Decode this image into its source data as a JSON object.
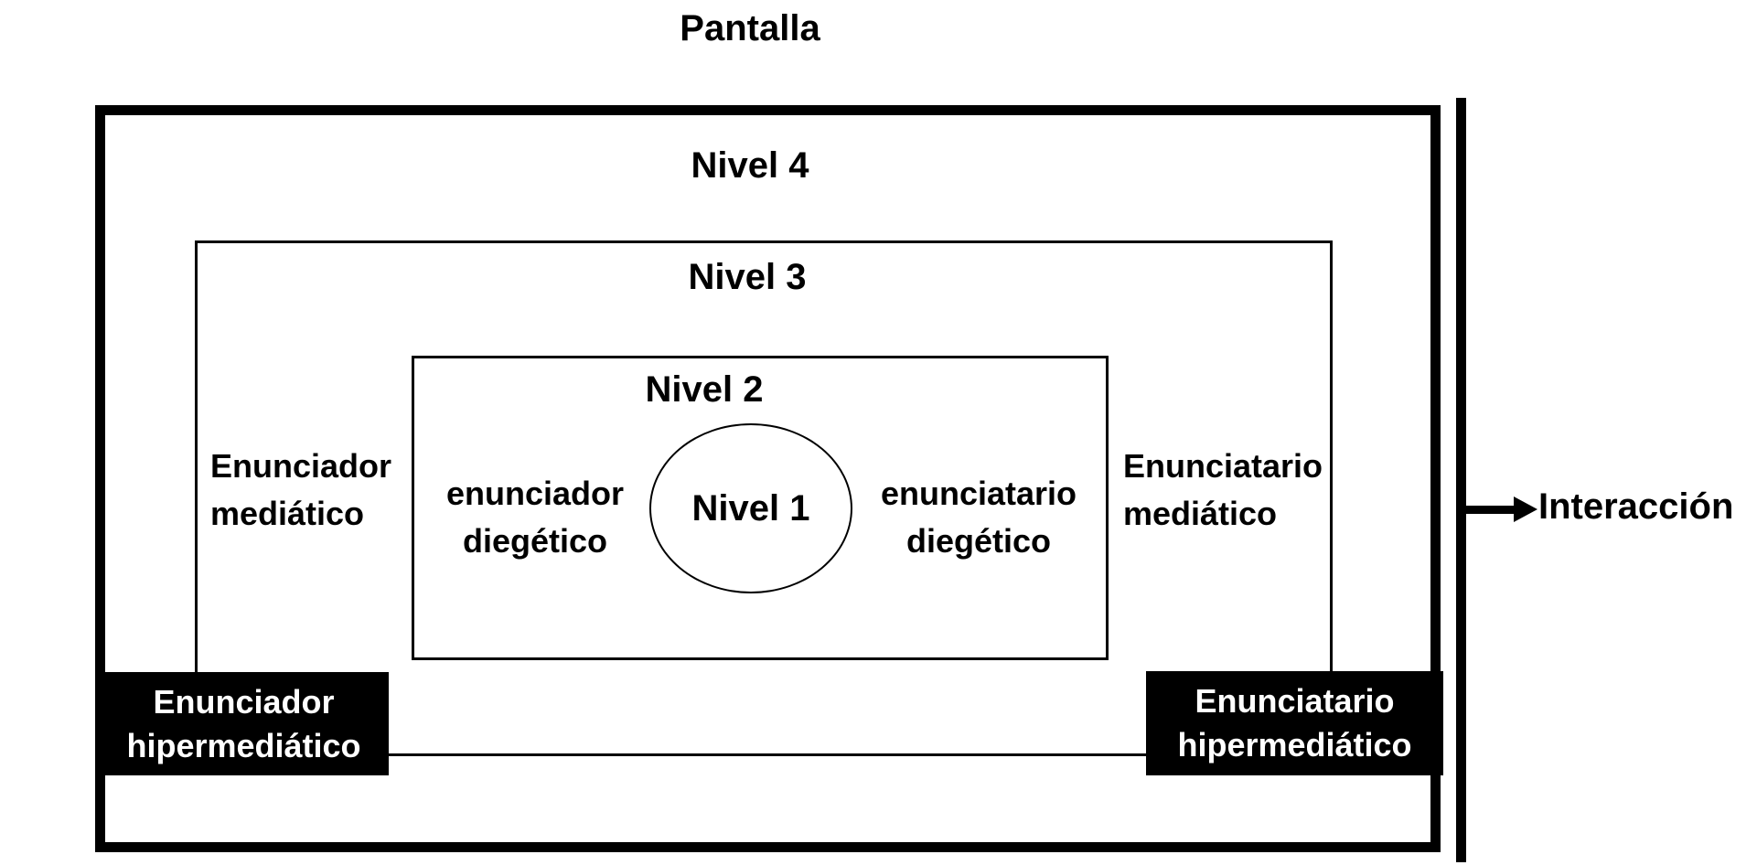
{
  "title": "Pantalla",
  "diagram": {
    "levels": {
      "nivel4": "Nivel 4",
      "nivel3": "Nivel 3",
      "nivel2": "Nivel 2",
      "nivel1": "Nivel 1"
    },
    "labels": {
      "enunciador_mediatico": {
        "line1": "Enunciador",
        "line2": "mediático"
      },
      "enunciatario_mediatico": {
        "line1": "Enunciatario",
        "line2": "mediático"
      },
      "enunciador_diegetico": {
        "line1": "enunciador",
        "line2": "diegético"
      },
      "enunciatario_diegetico": {
        "line1": "enunciatario",
        "line2": "diegético"
      },
      "enunciador_hipermediatico": {
        "line1": "Enunciador",
        "line2": "hipermediático"
      },
      "enunciatario_hipermediatico": {
        "line1": "Enunciatario",
        "line2": "hipermediático"
      }
    },
    "interaction_label": "Interacción"
  },
  "colors": {
    "line": "#000000",
    "filled_box_background": "#000000",
    "filled_box_text": "#ffffff",
    "background": "#ffffff"
  }
}
